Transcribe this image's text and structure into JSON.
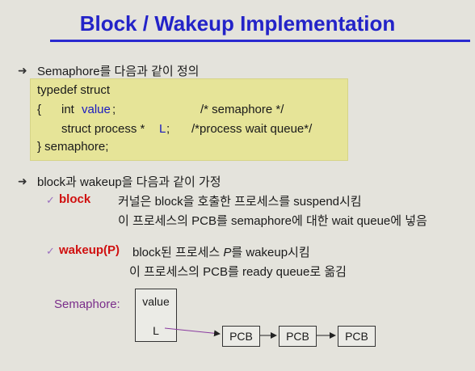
{
  "title": "Block / Wakeup Implementation",
  "bullet1": "Semaphore를 다음과 같이 정의",
  "code": {
    "line1": "typedef struct",
    "line2_brace": "{",
    "line2_int": "int",
    "line2_value": "value",
    "line2_semi": ";",
    "line2_comment": "/* semaphore */",
    "line3_struct": "struct process *",
    "line3_L": "L",
    "line3_semi": ";",
    "line3_comment": "/*process wait queue*/",
    "line4": "} semaphore;"
  },
  "bullet2": "block과 wakeup을 다음과 같이 가정",
  "block": {
    "label": "block",
    "line1": "커널은 block을 호출한 프로세스를 suspend시킴",
    "line2": "이 프로세스의 PCB를 semaphore에 대한 wait queue에 넣음"
  },
  "wakeup": {
    "label": "wakeup(P)",
    "line1_pre": "block된 프로세스 ",
    "line1_P": "P",
    "line1_post": "를 wakeup시킴",
    "line2": "이 프로세스의 PCB를 ready queue로 옮김"
  },
  "diagram": {
    "semaphore_label": "Semaphore:",
    "value_label": "value",
    "L_label": "L",
    "pcb_labels": [
      "PCB",
      "PCB",
      "PCB"
    ]
  },
  "colors": {
    "title": "#2323c8",
    "code_bg": "#e6e498",
    "highlight_red": "#d01010",
    "purple": "#7a2d8a"
  }
}
